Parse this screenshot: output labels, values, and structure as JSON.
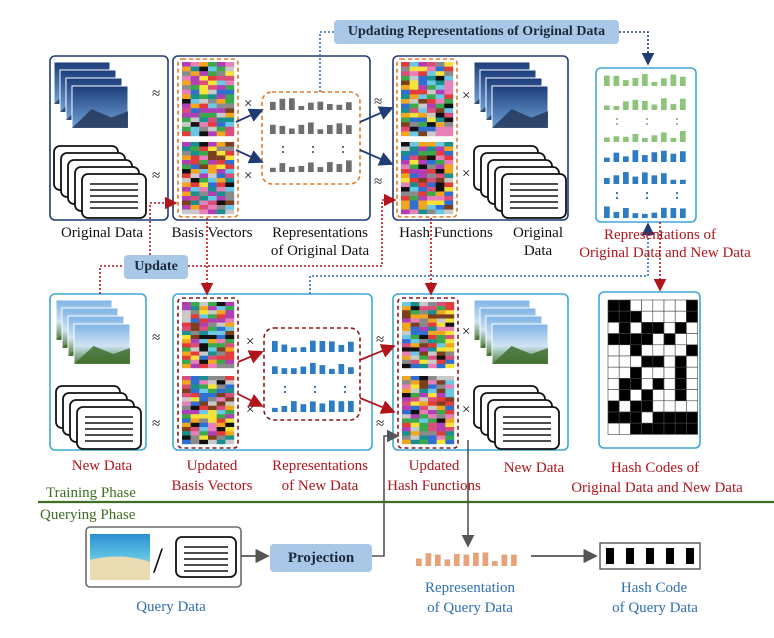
{
  "top_banner": "Updating Representations of Original Data",
  "update_label": "Update",
  "projection_label": "Projection",
  "phases": {
    "training": "Training Phase",
    "querying": "Querying Phase"
  },
  "labels": {
    "original_data": "Original Data",
    "basis_vectors": "Basis Vectors",
    "repr_original_1": "Representations",
    "repr_original_2": "of Original Data",
    "hash_functions": "Hash Functions",
    "original_data_right_1": "Original",
    "original_data_right_2": "Data",
    "repr_orig_new_1": "Representations of",
    "repr_orig_new_2": "Original Data and New Data",
    "new_data": "New Data",
    "updated_basis_1": "Updated",
    "updated_basis_2": "Basis Vectors",
    "repr_new_1": "Representations",
    "repr_new_2": "of New Data",
    "updated_hash_1": "Updated",
    "updated_hash_2": "Hash Functions",
    "new_data_right": "New Data",
    "hash_codes_1": "Hash Codes of",
    "hash_codes_2": "Original Data and New Data",
    "query_data": "Query Data",
    "repr_query_1": "Representation",
    "repr_query_2": "of Query Data",
    "hash_code_query_1": "Hash Code",
    "hash_code_query_2": "of  Query Data"
  },
  "symbols": {
    "approx": "≈",
    "times": "×",
    "slash": "/"
  },
  "colors": {
    "dark_blue": "#1f3c73",
    "light_blue": "#3fa7d6",
    "orange": "#e07a2a",
    "dark_red": "#8b1a1a",
    "red": "#b2141c",
    "green": "#3d6e22",
    "gray": "#6b6b6b"
  }
}
